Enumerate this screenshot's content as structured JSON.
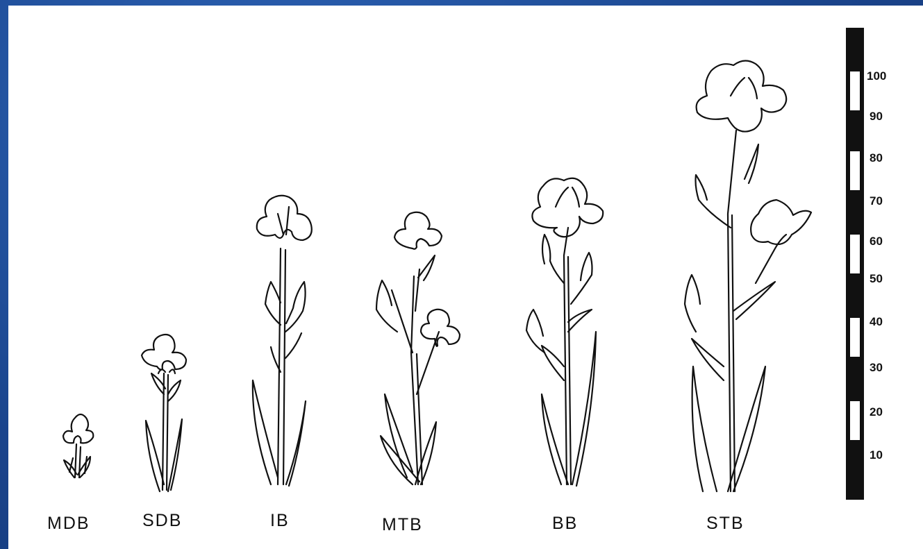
{
  "labels": {
    "mdb": "MDB",
    "sdb": "SDB",
    "ib": "IB",
    "mtb": "MTB",
    "bb": "BB",
    "stb": "STB"
  },
  "scale": {
    "ticks": [
      "100",
      "90",
      "80",
      "70",
      "60",
      "50",
      "40",
      "30",
      "20",
      "10"
    ]
  },
  "colors": {
    "ink": "#111111",
    "paper": "#ffffff",
    "frame": "#1f4e9c"
  }
}
